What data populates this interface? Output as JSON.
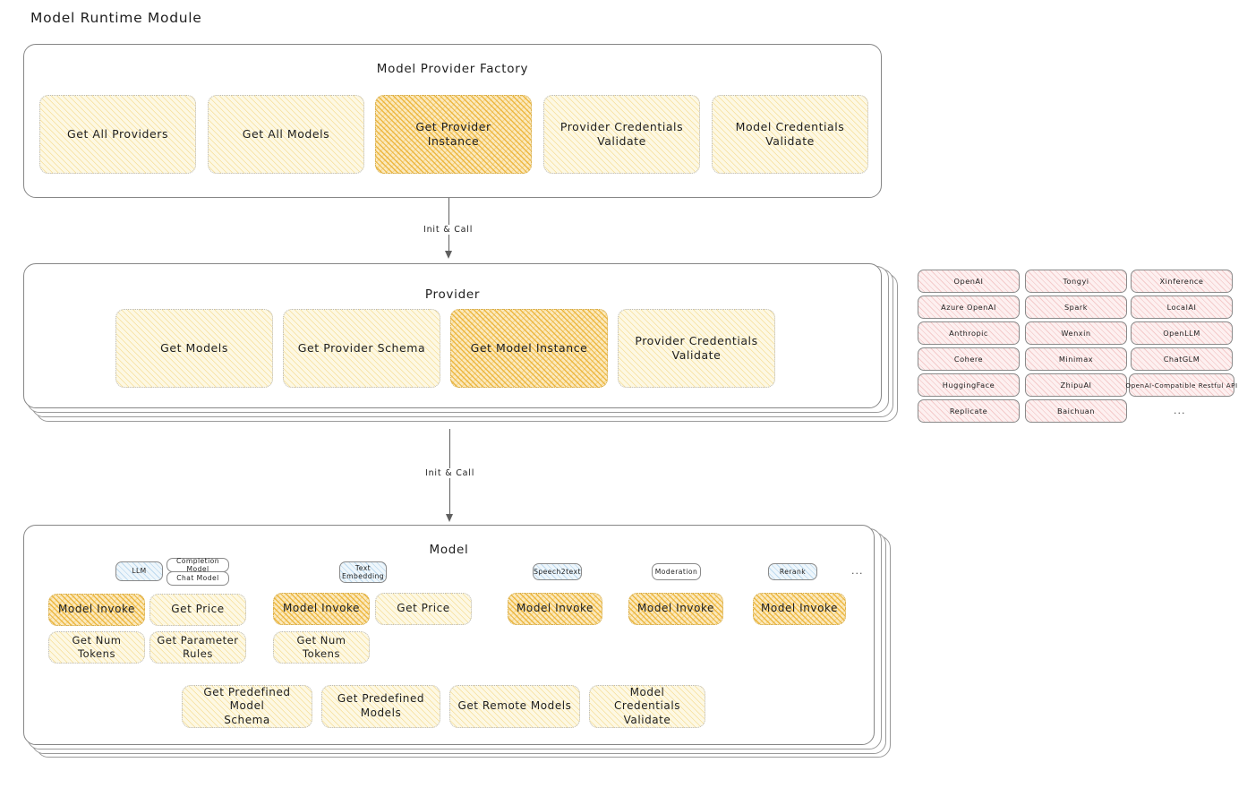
{
  "page": {
    "title": "Model Runtime Module"
  },
  "factory": {
    "title": "Model Provider Factory",
    "boxes": [
      {
        "label": "Get All Providers",
        "highlight": false
      },
      {
        "label": "Get All Models",
        "highlight": false
      },
      {
        "label": "Get Provider\nInstance",
        "highlight": true
      },
      {
        "label": "Provider Credentials\nValidate",
        "highlight": false
      },
      {
        "label": "Model Credentials\nValidate",
        "highlight": false
      }
    ]
  },
  "arrows": [
    {
      "label": "Init & Call"
    },
    {
      "label": "Init & Call"
    }
  ],
  "provider": {
    "title": "Provider",
    "boxes": [
      {
        "label": "Get Models",
        "highlight": false
      },
      {
        "label": "Get Provider Schema",
        "highlight": false
      },
      {
        "label": "Get Model Instance",
        "highlight": true
      },
      {
        "label": "Provider Credentials\nValidate",
        "highlight": false
      }
    ]
  },
  "provider_list": {
    "columns": [
      [
        "OpenAI",
        "Azure OpenAI",
        "Anthropic",
        "Cohere",
        "HuggingFace",
        "Replicate"
      ],
      [
        "Tongyi",
        "Spark",
        "Wenxin",
        "Minimax",
        "ZhipuAI",
        "Baichuan"
      ],
      [
        "Xinference",
        "LocalAI",
        "OpenLLM",
        "ChatGLM",
        "OpenAI-Compatible Restful API"
      ]
    ],
    "more": "..."
  },
  "model": {
    "title": "Model",
    "more": "...",
    "types": [
      {
        "badge": "LLM",
        "sub_badges": [
          "Completion Model",
          "Chat Model"
        ],
        "methods": [
          {
            "label": "Model Invoke",
            "highlight": true
          },
          {
            "label": "Get Price",
            "highlight": false
          },
          {
            "label": "Get Num Tokens",
            "highlight": false
          },
          {
            "label": "Get Parameter\nRules",
            "highlight": false
          }
        ]
      },
      {
        "badge": "Text\nEmbedding",
        "sub_badges": [],
        "methods": [
          {
            "label": "Model Invoke",
            "highlight": true
          },
          {
            "label": "Get Price",
            "highlight": false
          },
          {
            "label": "Get Num Tokens",
            "highlight": false
          }
        ]
      },
      {
        "badge": "Speech2text",
        "sub_badges": [],
        "methods": [
          {
            "label": "Model Invoke",
            "highlight": true
          }
        ]
      },
      {
        "badge": "Moderation",
        "sub_badges": [],
        "methods": [
          {
            "label": "Model Invoke",
            "highlight": true
          }
        ]
      },
      {
        "badge": "Rerank",
        "sub_badges": [],
        "methods": [
          {
            "label": "Model Invoke",
            "highlight": true
          }
        ]
      }
    ],
    "shared_methods": [
      {
        "label": "Get Predefined Model\nSchema"
      },
      {
        "label": "Get Predefined\nModels"
      },
      {
        "label": "Get Remote Models"
      },
      {
        "label": "Model Credentials\nValidate"
      }
    ]
  }
}
